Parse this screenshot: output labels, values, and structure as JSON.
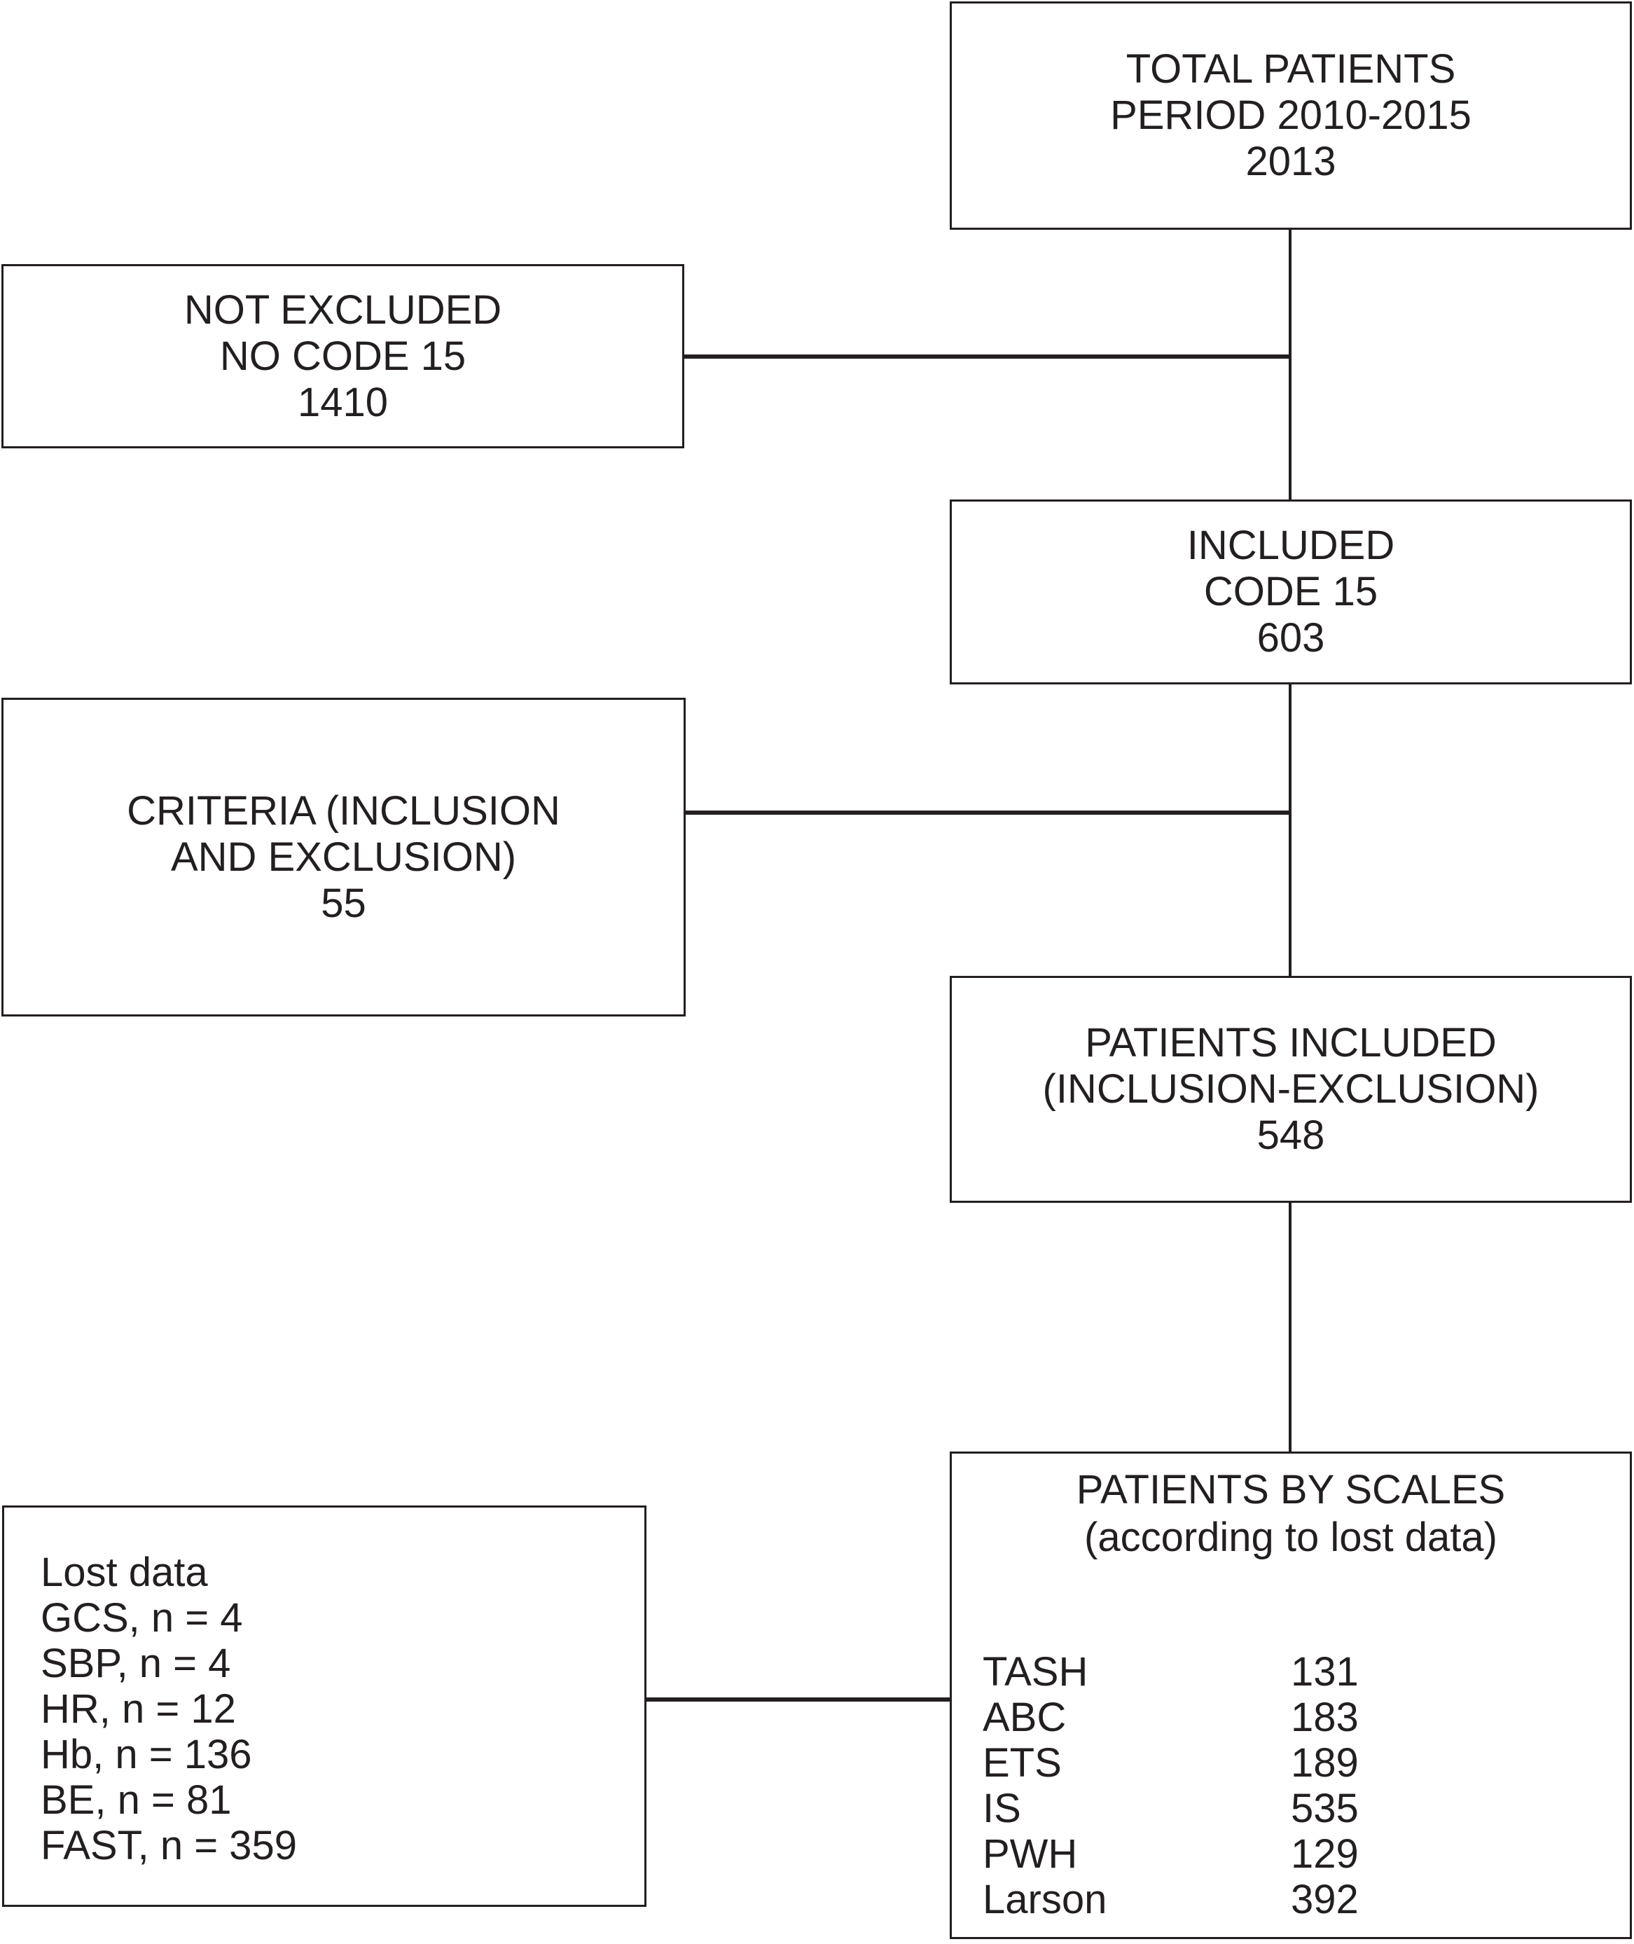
{
  "diagram": {
    "type": "flowchart",
    "colors": {
      "ink": "#231f20",
      "background": "#ffffff"
    },
    "boxes": {
      "total_patients": {
        "lines": [
          "TOTAL PATIENTS",
          "PERIOD 2010-2015",
          "2013"
        ]
      },
      "not_excluded": {
        "lines": [
          "NOT EXCLUDED",
          "NO CODE 15",
          "1410"
        ]
      },
      "included": {
        "lines": [
          "INCLUDED",
          "CODE 15",
          "603"
        ]
      },
      "criteria": {
        "lines": [
          "CRITERIA (INCLUSION",
          "AND EXCLUSION)",
          "55"
        ]
      },
      "patients_included": {
        "lines": [
          "PATIENTS INCLUDED",
          "(INCLUSION-EXCLUSION)",
          "548"
        ]
      },
      "lost_data": {
        "lines": [
          "Lost data",
          "GCS, n = 4",
          "SBP, n = 4",
          "HR, n = 12",
          "Hb, n = 136",
          "BE, n = 81",
          "FAST, n = 359"
        ]
      },
      "patients_by_scales": {
        "title_lines": [
          "PATIENTS BY SCALES",
          "(according to lost data)"
        ],
        "rows": [
          {
            "label": "TASH",
            "value": "131"
          },
          {
            "label": "ABC",
            "value": "183"
          },
          {
            "label": "ETS",
            "value": "189"
          },
          {
            "label": "IS",
            "value": "535"
          },
          {
            "label": "PWH",
            "value": "129"
          },
          {
            "label": "Larson",
            "value": "392"
          }
        ]
      }
    }
  }
}
